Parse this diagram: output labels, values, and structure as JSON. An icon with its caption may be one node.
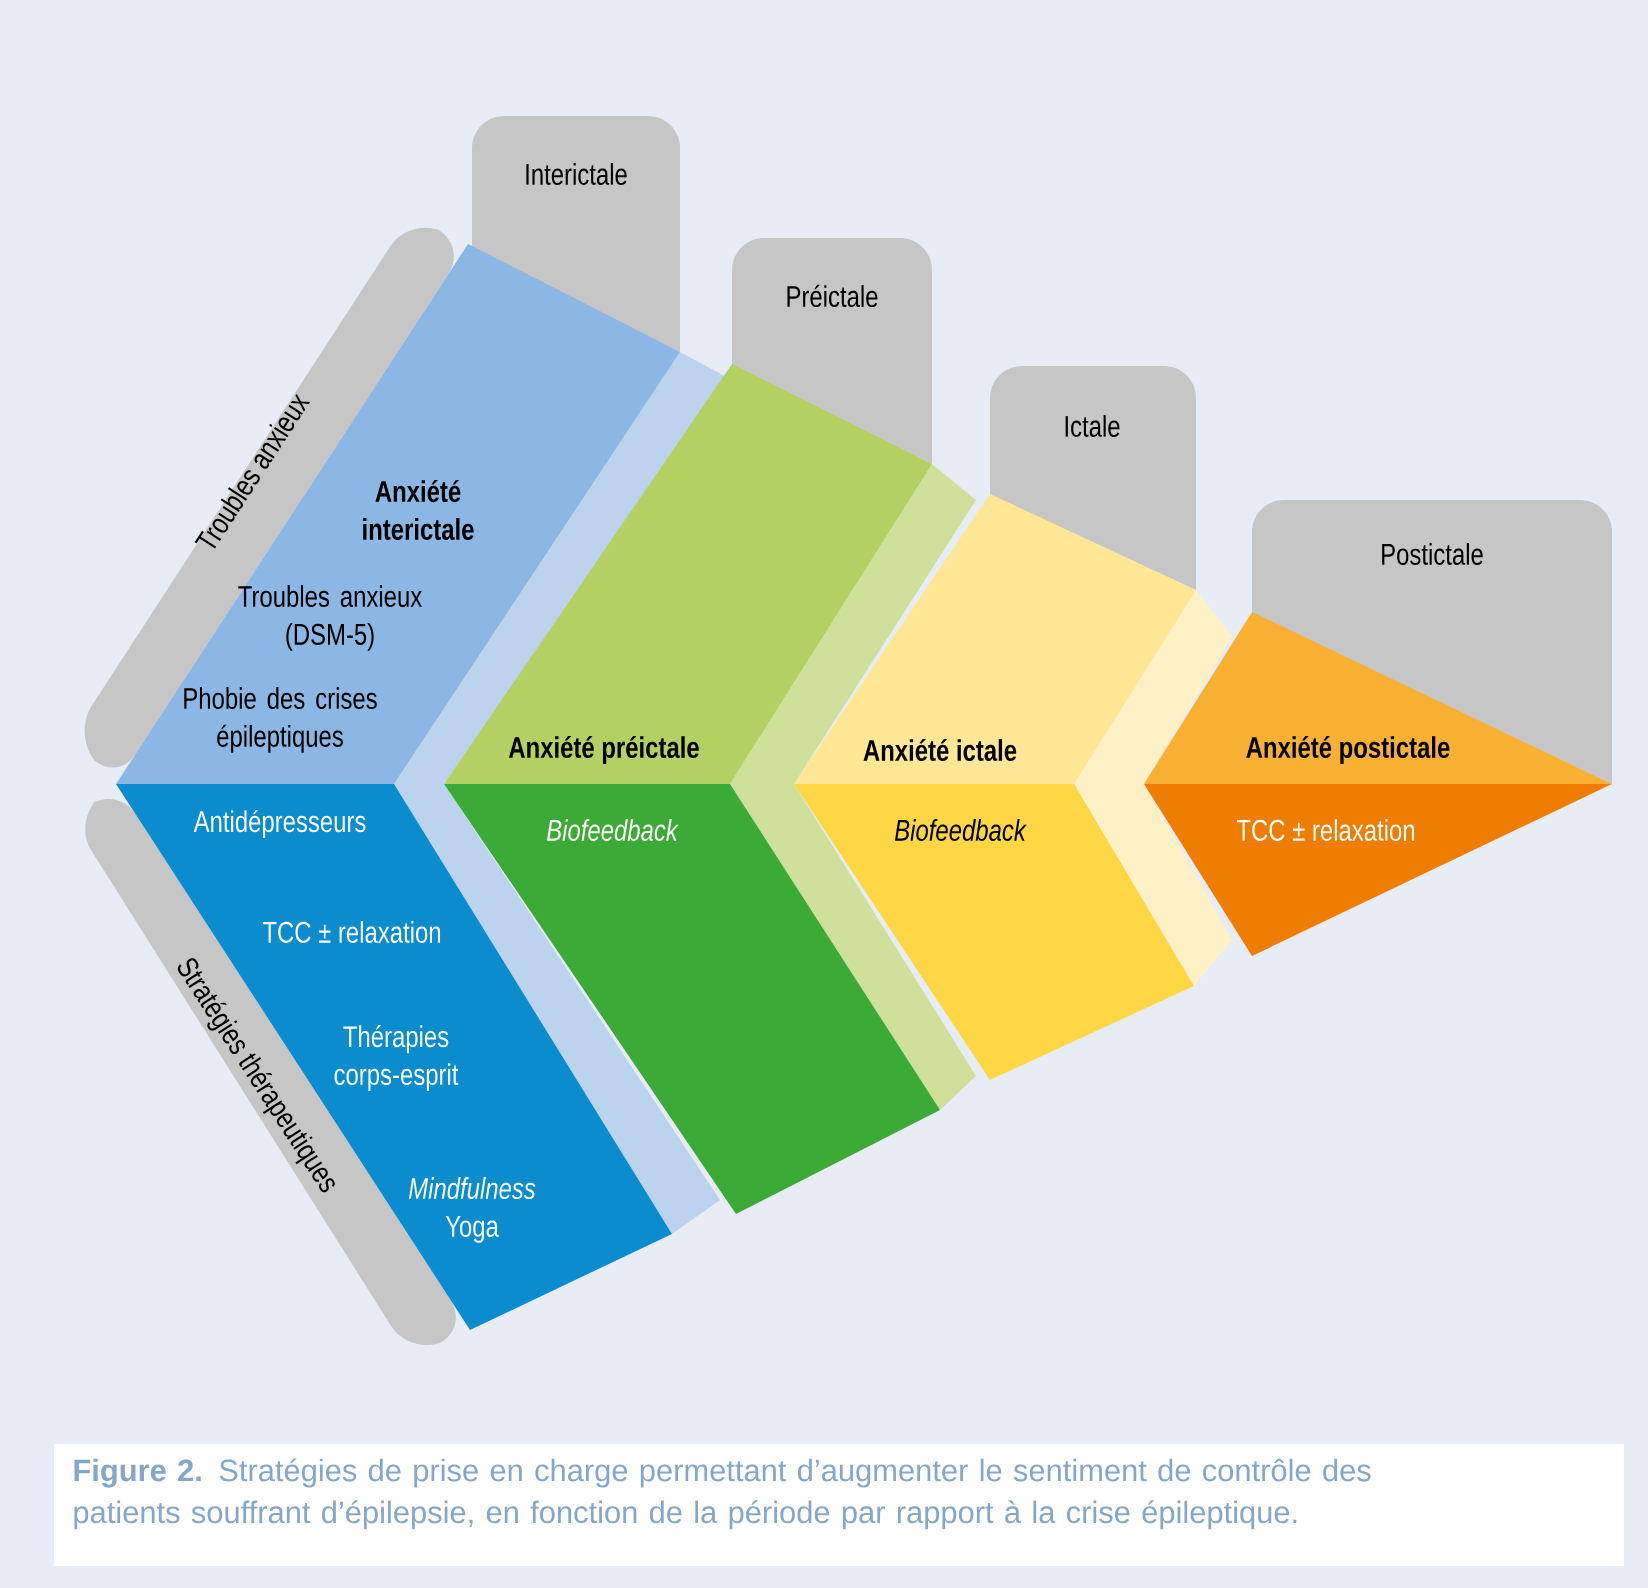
{
  "diagram": {
    "caption": "**Figure 2.** Stratégies de prise en charge permettant d’augmenter le sentiment de contrôle des patients souffrant d’épilepsie, en fonction de la période par rapport à la crise épileptique.",
    "nodes": [
      {
        "text": [
          "Interictale"
        ]
      },
      {
        "text": [
          "Préictale"
        ]
      },
      {
        "text": [
          "Ictale"
        ]
      },
      {
        "text": [
          "Postictale"
        ]
      },
      {
        "text": [
          "Troubles anxieux"
        ]
      },
      {
        "text": [
          "Stratégies thérapeutiques"
        ]
      },
      {
        "text": [
          "Anxiété interictale",
          "Troubles anxieux (DSM-5)",
          "Phobie des crises épileptiques"
        ]
      },
      {
        "text": [
          "Antidépresseurs",
          "TCC ± relaxation",
          "Thérapies corps-esprit",
          "*Mindfulness* Yoga"
        ]
      },
      {
        "text": [
          "Anxiété préictale"
        ]
      },
      {
        "text": [
          "Biofeedback"
        ]
      },
      {
        "text": [
          "Anxiété ictale"
        ]
      },
      {
        "text": [
          "Biofeedback"
        ]
      },
      {
        "text": [
          "Anxiété postictale"
        ]
      },
      {
        "text": [
          "TCC ± relaxation"
        ]
      },
      {
        "text": [],
        "shape": "chevron"
      },
      {
        "text": [],
        "shape": "chevron"
      },
      {
        "text": [],
        "shape": "chevron"
      }
    ]
  }
}
